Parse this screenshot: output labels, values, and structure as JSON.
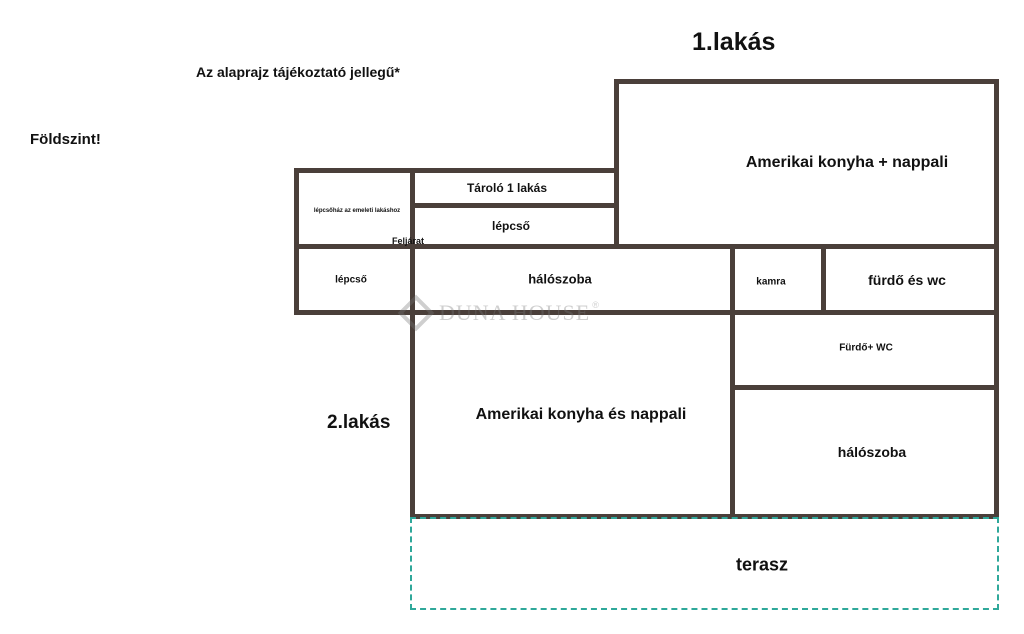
{
  "headings": {
    "apartment_1": "1.lakás",
    "apartment_2": "2.lakás",
    "note": "Az alaprajz tájékoztató jellegű*",
    "level": "Földszint!"
  },
  "rooms": {
    "kitchen_living_1": "Amerikai konyha + nappali",
    "storage_1": "Tároló 1 lakás",
    "staircase_upper_label": "lépcsőház az emeleti lakáshoz",
    "stairs_upper": "lépcső",
    "stairs_lower": "lépcső",
    "upstairs_marker": "Feljárat",
    "bedroom_top": "hálószoba",
    "pantry": "kamra",
    "bathroom_wc_1": "fürdő és wc",
    "bathroom_wc_2": "Fürdő+ WC",
    "kitchen_living_2": "Amerikai konyha és nappali",
    "bedroom_bottom": "hálószoba",
    "terrace": "terasz"
  },
  "watermark": {
    "text": "DUNA HOUSE",
    "mark": "®"
  },
  "colors": {
    "wall": "#4a3f3a",
    "terrace_outline": "#2fa89a",
    "watermark": "#777777"
  }
}
